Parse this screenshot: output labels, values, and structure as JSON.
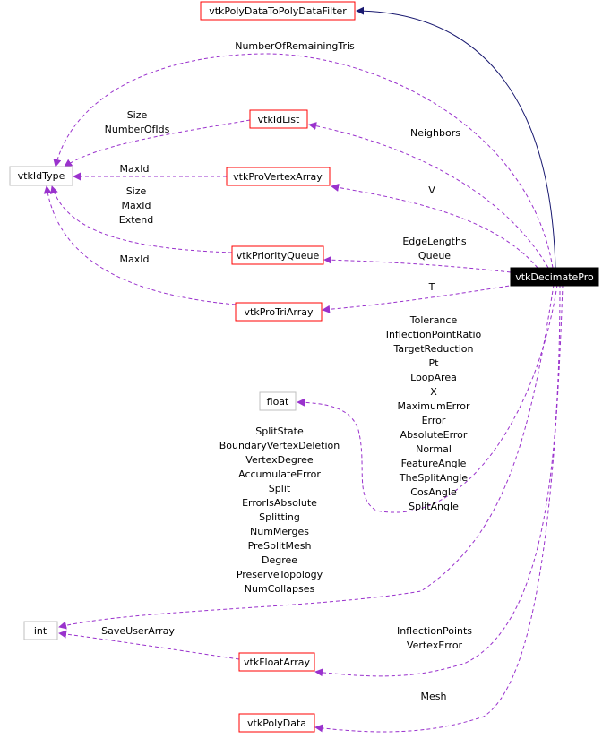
{
  "colors": {
    "class_border": "#ff0000",
    "builtin_border": "#bfbfbf",
    "focus_fill": "#000000",
    "focus_text": "#ffffff",
    "usage_edge": "#9a32cd",
    "inheritance_edge": "#191970"
  },
  "nodes": {
    "vtkPolyDataToPolyDataFilter": "vtkPolyDataToPolyDataFilter",
    "vtkIdType": "vtkIdType",
    "vtkIdList": "vtkIdList",
    "vtkProVertexArray": "vtkProVertexArray",
    "vtkPriorityQueue": "vtkPriorityQueue",
    "vtkDecimatePro": "vtkDecimatePro",
    "vtkProTriArray": "vtkProTriArray",
    "float": "float",
    "int": "int",
    "vtkFloatArray": "vtkFloatArray",
    "vtkPolyData": "vtkPolyData"
  },
  "labels": {
    "number_of_remaining_tris": [
      "NumberOfRemainingTris"
    ],
    "idlist_to_idtype": [
      "Size",
      "NumberOfIds"
    ],
    "neighbors": [
      "Neighbors"
    ],
    "provertex_to_idtype": [
      "MaxId"
    ],
    "v": [
      "V"
    ],
    "queue_to_idtype": [
      "Size",
      "MaxId",
      "Extend"
    ],
    "edge_lengths_queue": [
      "EdgeLengths",
      "Queue"
    ],
    "protri_to_idtype": [
      "MaxId"
    ],
    "t": [
      "T"
    ],
    "float_members": [
      "Tolerance",
      "InflectionPointRatio",
      "TargetReduction",
      "Pt",
      "LoopArea",
      "X",
      "MaximumError",
      "Error",
      "AbsoluteError",
      "Normal",
      "FeatureAngle",
      "TheSplitAngle",
      "CosAngle",
      "SplitAngle"
    ],
    "int_members": [
      "SplitState",
      "BoundaryVertexDeletion",
      "VertexDegree",
      "AccumulateError",
      "Split",
      "ErrorIsAbsolute",
      "Splitting",
      "NumMerges",
      "PreSplitMesh",
      "Degree",
      "PreserveTopology",
      "NumCollapses"
    ],
    "save_user_array": [
      "SaveUserArray"
    ],
    "float_array_members": [
      "InflectionPoints",
      "VertexError"
    ],
    "mesh": [
      "Mesh"
    ]
  }
}
